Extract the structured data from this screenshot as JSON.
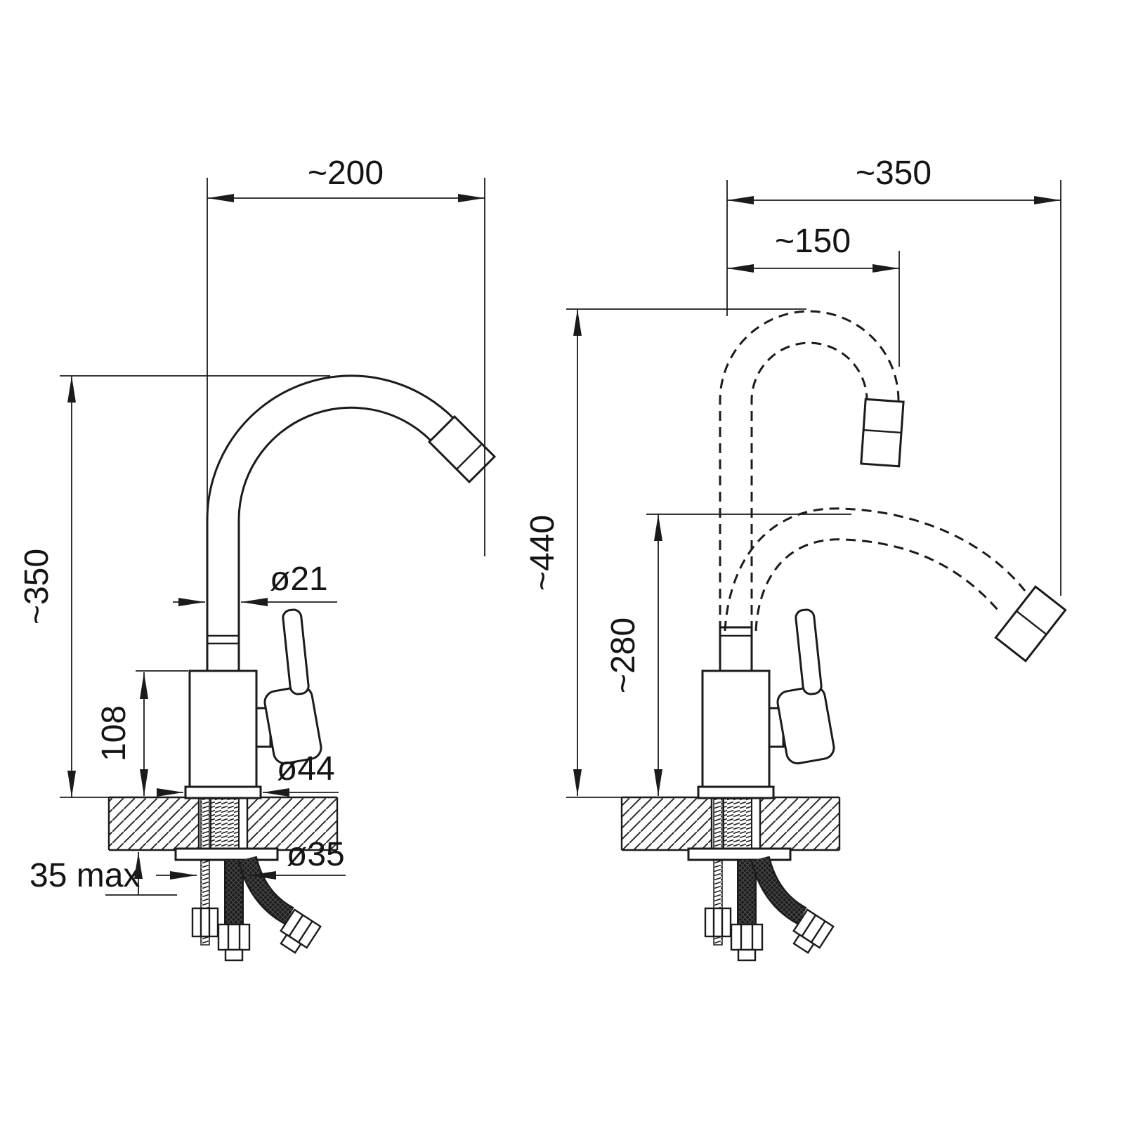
{
  "drawing": {
    "left_view": {
      "width": "~200",
      "height": "~350",
      "spout_diameter": "ø21",
      "body_height": "108",
      "base_diameter": "ø44",
      "hole_diameter": "ø35",
      "deck_thickness": "35 max"
    },
    "right_view": {
      "width": "~350",
      "reach": "~150",
      "height": "~440",
      "lowered_height": "~280"
    },
    "colors": {
      "line": "#1b1b1b",
      "background": "#ffffff"
    }
  }
}
